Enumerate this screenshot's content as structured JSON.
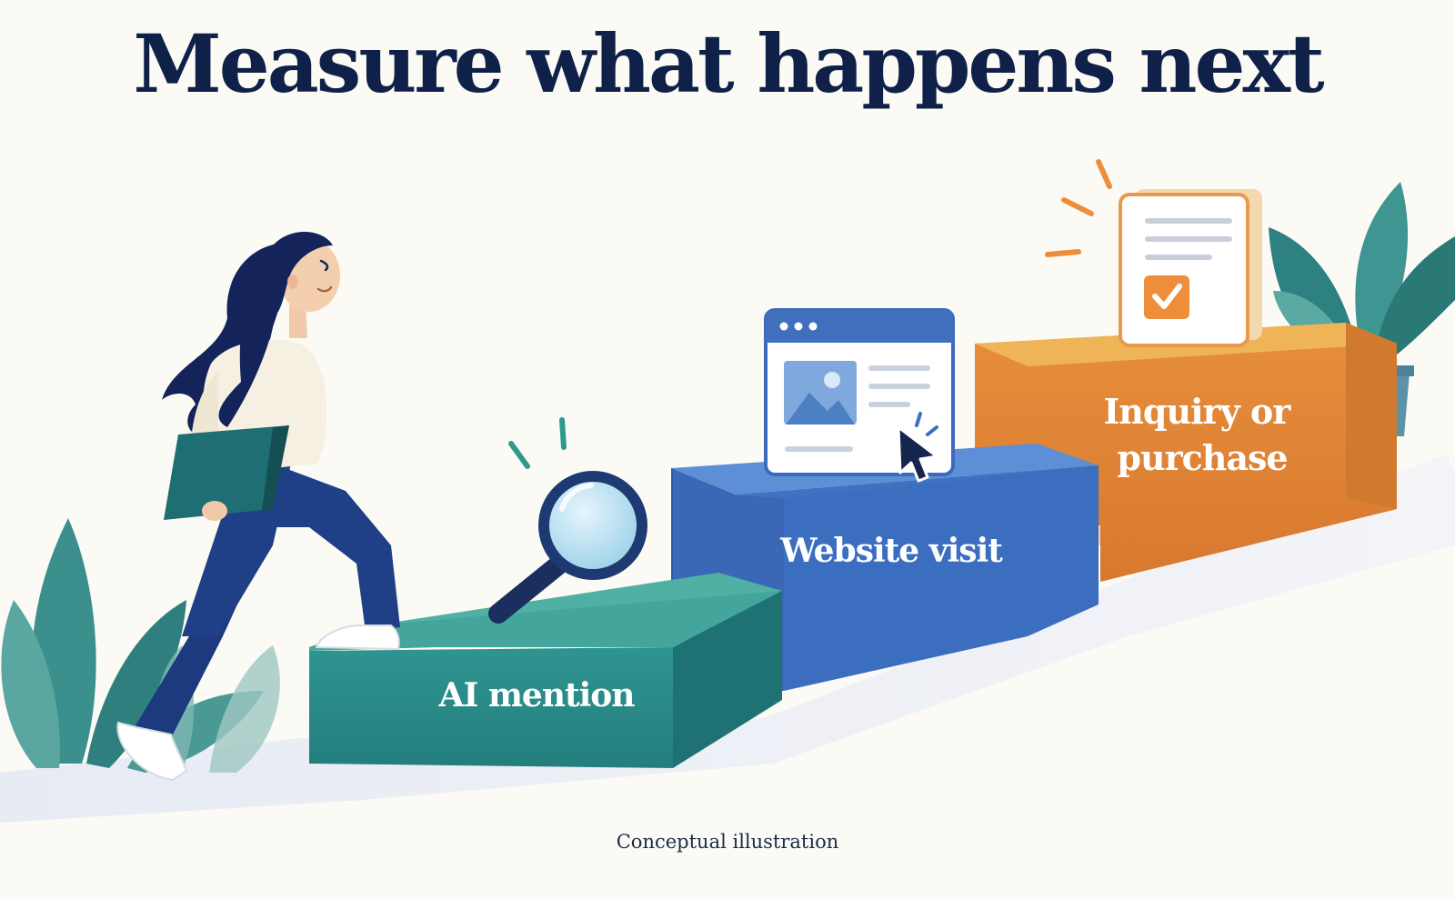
{
  "title": "Measure what happens next",
  "steps": [
    {
      "label": "AI mention",
      "icon": "magnifying-glass-icon",
      "color": "#2a8a8a"
    },
    {
      "label": "Website visit",
      "icon": "browser-window-icon",
      "color": "#3f6fbd"
    },
    {
      "label_lines": [
        "Inquiry or",
        "purchase"
      ],
      "icon": "checklist-document-icon",
      "color": "#e08838"
    }
  ],
  "caption": "Conceptual illustration",
  "colors": {
    "background": "#fbfaf4",
    "title": "#0f2149",
    "teal": "#2a8a8a",
    "blue": "#3f6fbd",
    "orange": "#e08838",
    "navy": "#1c3a7a"
  }
}
